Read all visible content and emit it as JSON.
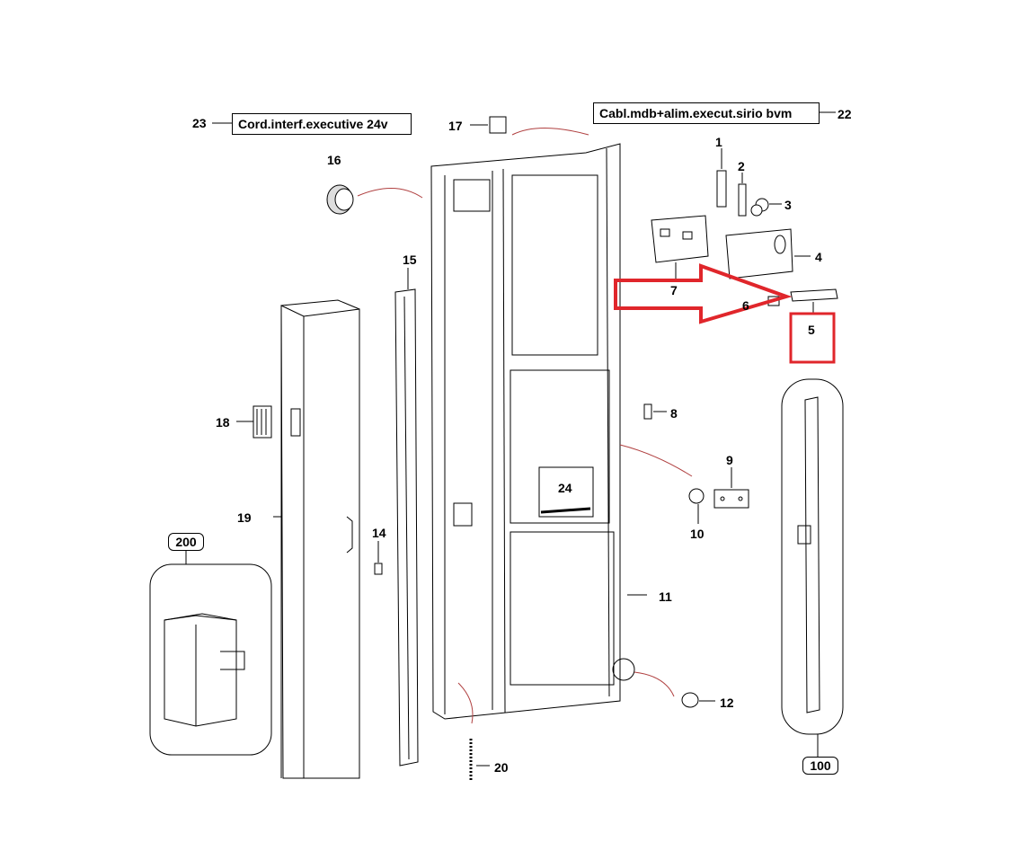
{
  "callouts": {
    "top_left": {
      "number": "23",
      "text": "Cord.interf.executive 24v"
    },
    "top_right": {
      "number": "22",
      "text": "Cabl.mdb+alim.execut.sirio bvm"
    }
  },
  "part_numbers": {
    "p1": "1",
    "p2": "2",
    "p3": "3",
    "p4": "4",
    "p5": "5",
    "p6": "6",
    "p7": "7",
    "p8": "8",
    "p9": "9",
    "p10": "10",
    "p11": "11",
    "p12": "12",
    "p14": "14",
    "p15": "15",
    "p16": "16",
    "p17": "17",
    "p18": "18",
    "p19": "19",
    "p20": "20",
    "p24": "24"
  },
  "group_labels": {
    "g200": "200",
    "g100": "100"
  },
  "highlight": {
    "color": "#e0262b",
    "highlighted_part": "5"
  }
}
